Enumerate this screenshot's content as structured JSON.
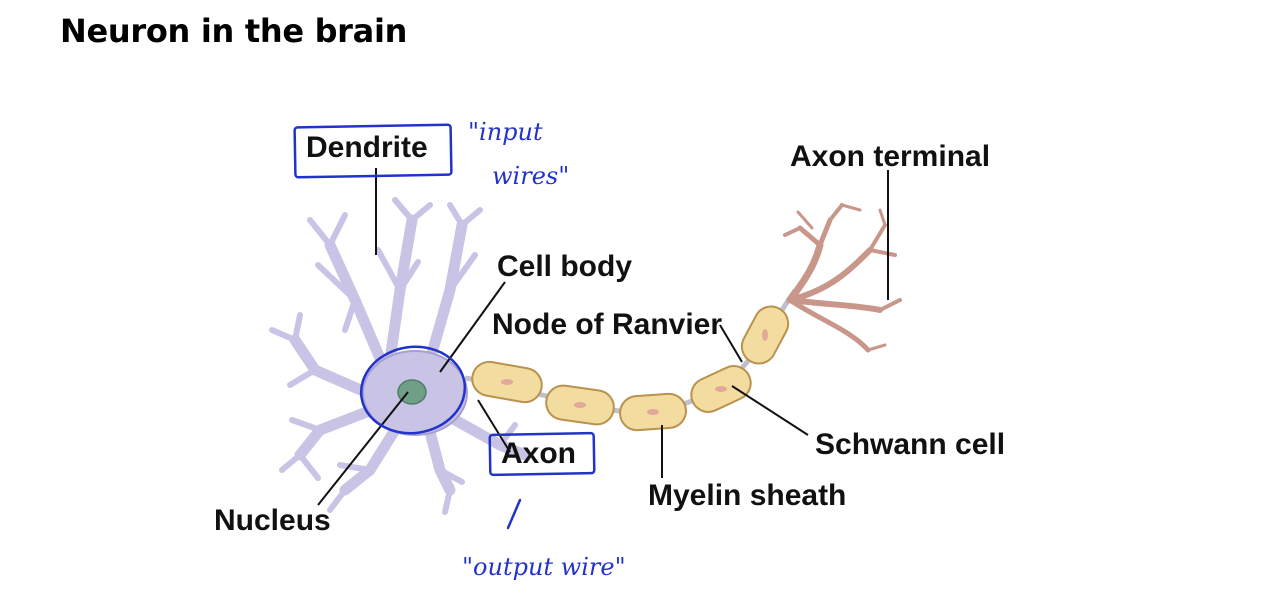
{
  "title": "Neuron in the brain",
  "labels": {
    "dendrite": "Dendrite",
    "cell_body": "Cell body",
    "node_of_ranvier": "Node of Ranvier",
    "axon_terminal": "Axon terminal",
    "schwann_cell": "Schwann cell",
    "axon": "Axon",
    "myelin_sheath": "Myelin sheath",
    "nucleus": "Nucleus"
  },
  "annotations": {
    "input_line1": "\"input",
    "input_line2": "wires\"",
    "output": "\"output wire\""
  },
  "colors": {
    "neuron_fill": "#c9c3e6",
    "neuron_stroke": "#8f86c4",
    "myelin_fill": "#f3dca0",
    "myelin_stroke": "#b9924d",
    "terminal": "#c9968a",
    "ink": "#2233cc"
  }
}
